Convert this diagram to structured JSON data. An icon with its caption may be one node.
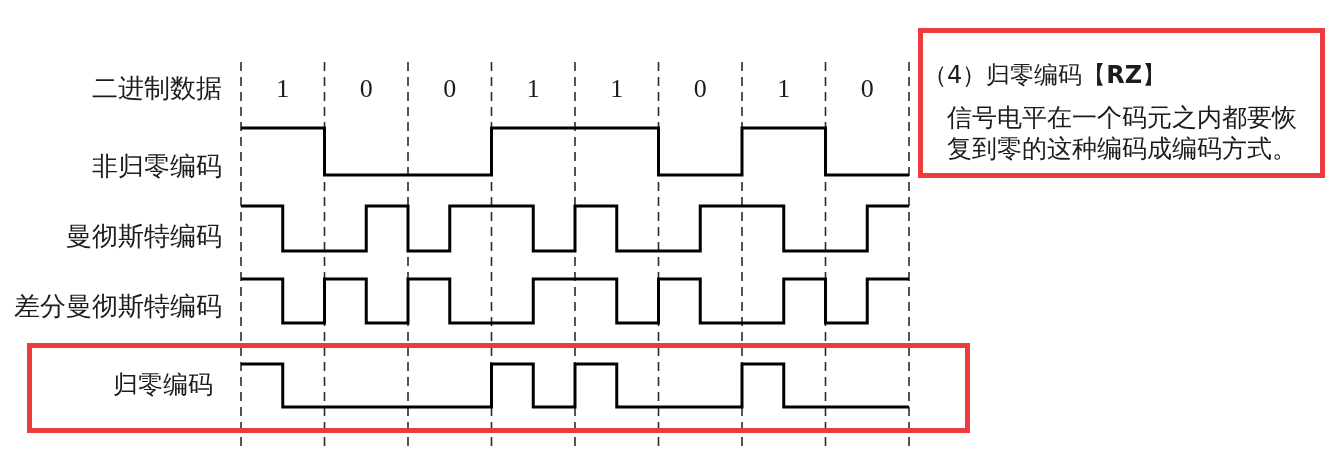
{
  "diagram": {
    "nodes": [
      {
        "text": [
          "（4）归零编码【**RZ**】",
          "信号电平在一个码元之内都要恢复到零的这种编码成编码方式。"
        ]
      },
      {
        "text": [
          "归零编码"
        ]
      }
    ],
    "labels": [
      "二进制数据",
      "1",
      "0",
      "0",
      "1",
      "1",
      "0",
      "1",
      "0",
      "非归零编码",
      "曼彻斯特编码",
      "差分曼彻斯特编码"
    ]
  }
}
